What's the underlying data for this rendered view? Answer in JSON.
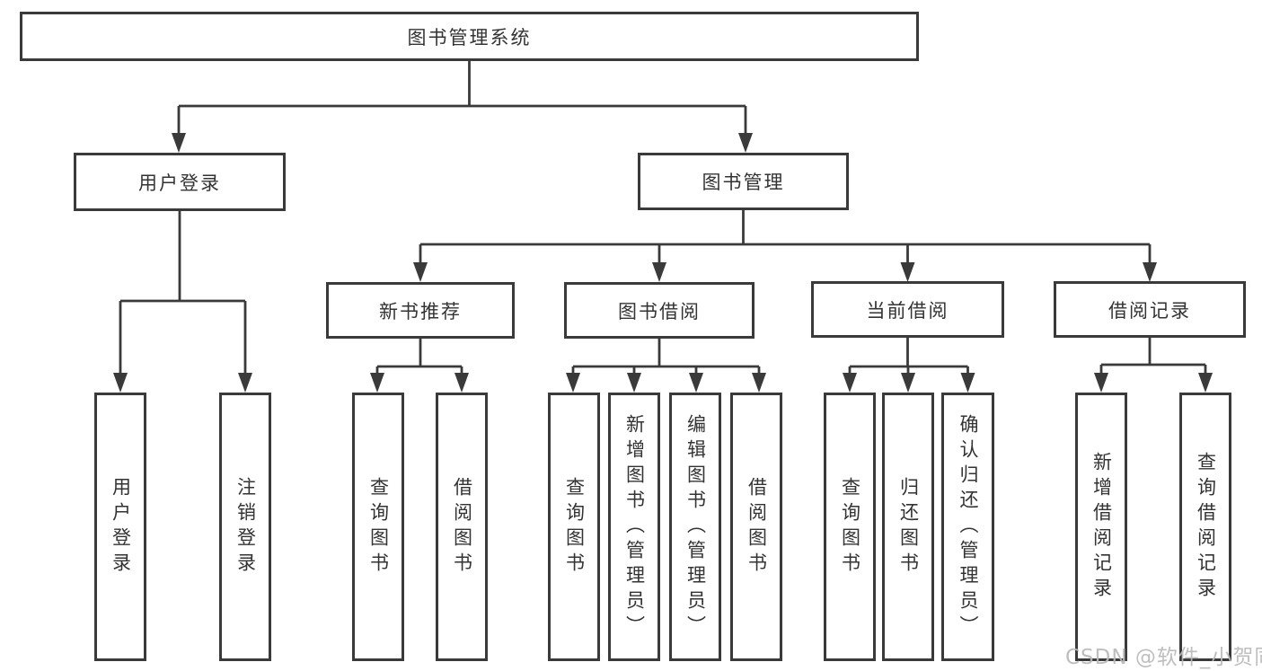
{
  "diagram": {
    "type": "hierarchy-chart",
    "root": {
      "label": "图书管理系统"
    },
    "level2": [
      {
        "label": "用户登录"
      },
      {
        "label": "图书管理"
      }
    ],
    "level3": [
      {
        "label": "新书推荐"
      },
      {
        "label": "图书借阅"
      },
      {
        "label": "当前借阅"
      },
      {
        "label": "借阅记录"
      }
    ],
    "leaves": {
      "under_user_login": [
        {
          "label": "用户登录"
        },
        {
          "label": "注销登录"
        }
      ],
      "under_new_book_recommend": [
        {
          "label": "查询图书"
        },
        {
          "label": "借阅图书"
        }
      ],
      "under_book_borrow": [
        {
          "label": "查询图书"
        },
        {
          "label": "新增图书（管理员）"
        },
        {
          "label": "编辑图书（管理员）"
        },
        {
          "label": "借阅图书"
        }
      ],
      "under_current_borrow": [
        {
          "label": "查询图书"
        },
        {
          "label": "归还图书"
        },
        {
          "label": "确认归还（管理员）"
        }
      ],
      "under_borrow_records": [
        {
          "label": "新增借阅记录"
        },
        {
          "label": "查询借阅记录"
        }
      ]
    }
  },
  "watermark": "CSDN @软件_小贺同学",
  "colors": {
    "line": "#3a3a3a",
    "box_border": "#3a3a3a",
    "box_fill": "#ffffff",
    "text": "#333333",
    "watermark": "#b9b9b9",
    "background": "#ffffff"
  }
}
